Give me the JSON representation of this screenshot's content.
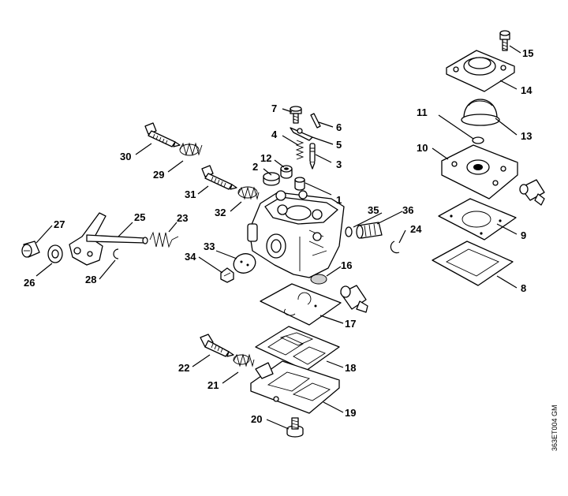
{
  "callouts": [
    "1",
    "2",
    "3",
    "4",
    "5",
    "6",
    "7",
    "8",
    "9",
    "10",
    "11",
    "12",
    "13",
    "14",
    "15",
    "16",
    "17",
    "18",
    "19",
    "20",
    "21",
    "22",
    "23",
    "24",
    "25",
    "26",
    "27",
    "28",
    "29",
    "30",
    "31",
    "32",
    "33",
    "34",
    "35",
    "36"
  ],
  "reference_code": "363ET004 GM"
}
